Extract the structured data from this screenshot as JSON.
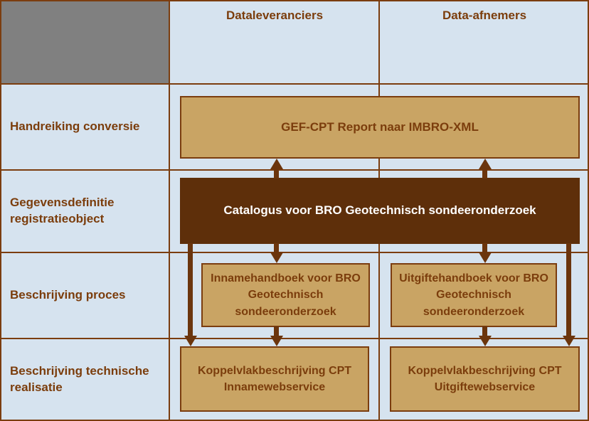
{
  "diagram": {
    "columns": [
      {
        "label": "Dataleveranciers"
      },
      {
        "label": "Data-afnemers"
      }
    ],
    "row_labels": [
      {
        "label": "Handreiking conversie"
      },
      {
        "label": "Gegevensdefinitie registratieobject"
      },
      {
        "label": "Beschrijving proces"
      },
      {
        "label": "Beschrijving technische realisatie"
      }
    ],
    "boxes": {
      "gef": {
        "label": "GEF-CPT Report naar IMBRO-XML"
      },
      "catalogus": {
        "label": "Catalogus voor BRO Geotechnisch sondeeronderzoek"
      },
      "innamehandboek": {
        "label": "Innamehandboek voor BRO Geotechnisch sondeeronderzoek"
      },
      "uitgiftehandboek": {
        "label": "Uitgiftehandboek voor BRO Geotechnisch sondeeronderzoek"
      },
      "koppelvlak_inname": {
        "label": "Koppelvlakbeschrijving CPT Innamewebservice"
      },
      "koppelvlak_uitgifte": {
        "label": "Koppelvlakbeschrijving CPT Uitgiftewebservice"
      }
    }
  },
  "colors": {
    "background": "#d6e3ef",
    "grid": "#7b3d0f",
    "gray_cell": "#808080",
    "tan_fill": "#c9a464",
    "tan_border": "#7b3d0f",
    "dark_fill": "#5e2f0a",
    "label_text": "#7b3d0c",
    "dark_box_text": "#ffffff",
    "arrow": "#6b350d"
  }
}
